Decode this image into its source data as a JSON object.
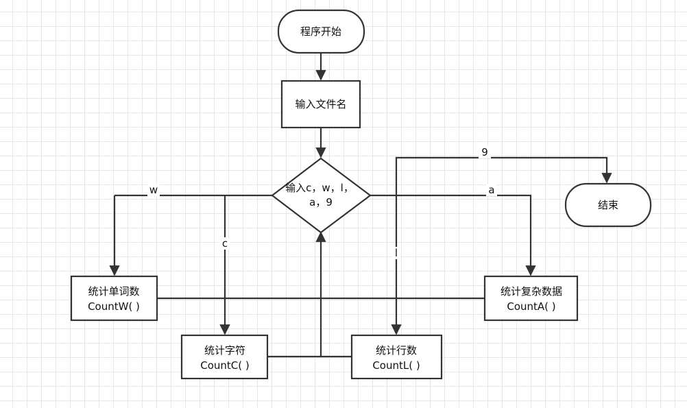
{
  "nodes": {
    "start": "程序开始",
    "input_filename": "输入文件名",
    "decision": [
      "输入c，w，l，",
      "a，9"
    ],
    "end": "结束",
    "count_words": [
      "统计单词数",
      "CountW( )"
    ],
    "count_chars": [
      "统计字符",
      "CountC( )"
    ],
    "count_lines": [
      "统计行数",
      "CountL( )"
    ],
    "count_complex": [
      "统计复杂数据",
      "CountA( )"
    ]
  },
  "edge_labels": {
    "w": "w",
    "c": "c",
    "l": "l",
    "a": "a",
    "nine": "9"
  },
  "colors": {
    "stroke": "#333333",
    "fill": "#ffffff",
    "grid": "#e6e6e6",
    "text": "#111111"
  }
}
